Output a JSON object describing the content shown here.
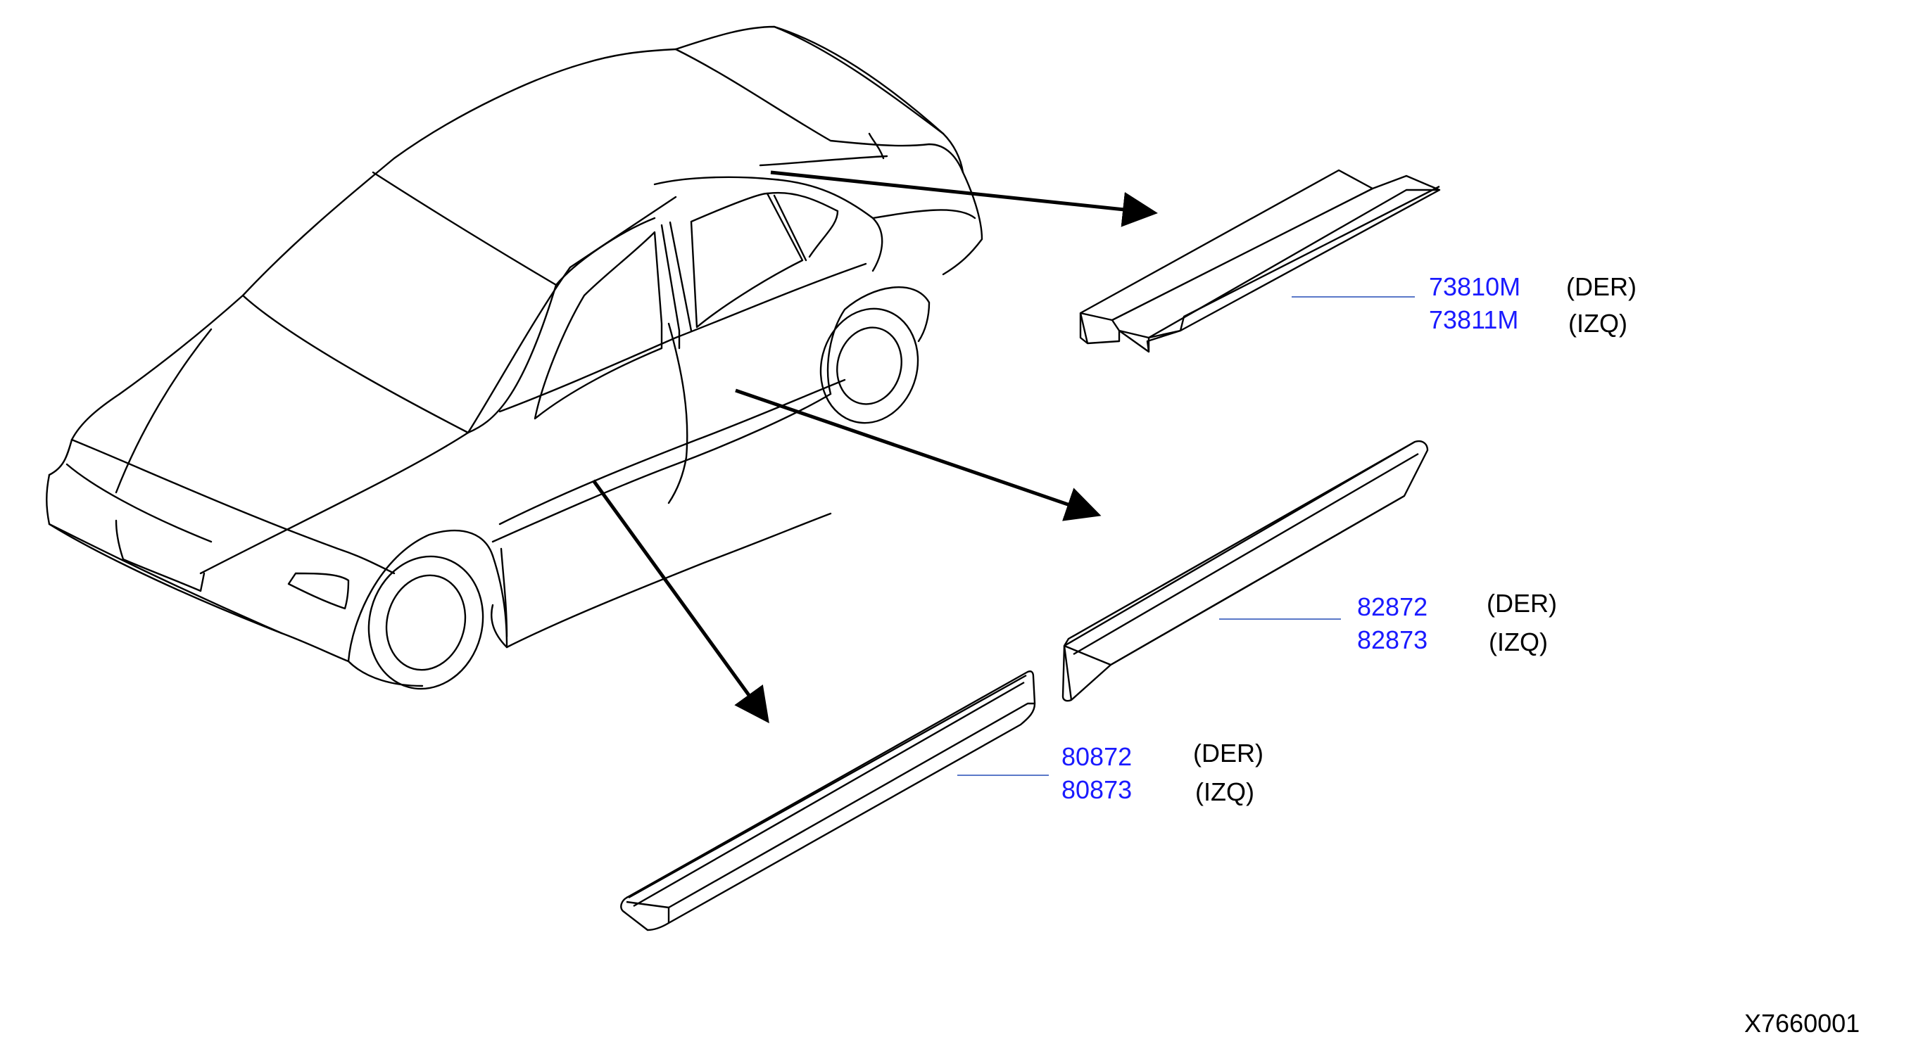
{
  "colors": {
    "line": "#000000",
    "part_number": "#1a1aff",
    "leader": "#5a78c8",
    "background": "#ffffff"
  },
  "parts": [
    {
      "id": "roof-drip",
      "numbers": [
        "73810M",
        "73811M"
      ],
      "sides": [
        "(DER)",
        "(IZQ)"
      ]
    },
    {
      "id": "rear-door",
      "numbers": [
        "82872",
        "82873"
      ],
      "sides": [
        "(DER)",
        "(IZQ)"
      ]
    },
    {
      "id": "front-door",
      "numbers": [
        "80872",
        "80873"
      ],
      "sides": [
        "(DER)",
        "(IZQ)"
      ]
    }
  ],
  "diagram_code": "X7660001"
}
